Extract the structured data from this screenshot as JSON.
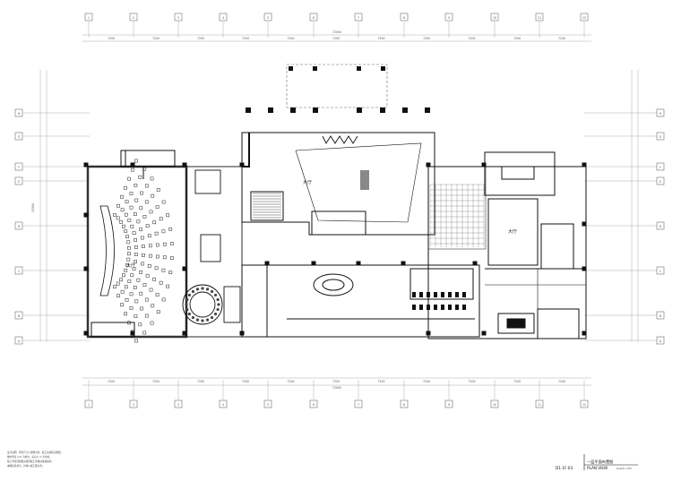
{
  "drawing": {
    "columns": [
      "1",
      "2",
      "3",
      "4",
      "5",
      "6",
      "7",
      "8",
      "9",
      "10",
      "11",
      "12"
    ],
    "rows": [
      "A",
      "B",
      "C",
      "D",
      "E",
      "F",
      "G",
      "H"
    ],
    "top_total_dimension": "72000",
    "bottom_total_dimension": "72000",
    "bay_dimension": "7200",
    "side_total_dimension": "33300"
  },
  "rooms": {
    "left_hall": "大厅",
    "center_atrium": "大厅",
    "right_atrium": "大厅"
  },
  "title_block": {
    "drawing_code": "D1.1F-03",
    "title": "一层平面布置图",
    "subtitle": "PLAN VIEW",
    "scale": "SCALE 1:150"
  },
  "general_notes": [
    "设计说明：所有尺寸以现场为准，施工前请核对图纸。",
    "图中所注 mm 为单位，标高以 m 为单位。",
    "施工单位须按相关规范施工并做好成品保护。",
    "本图仅供参考，具体以施工图为准。"
  ]
}
